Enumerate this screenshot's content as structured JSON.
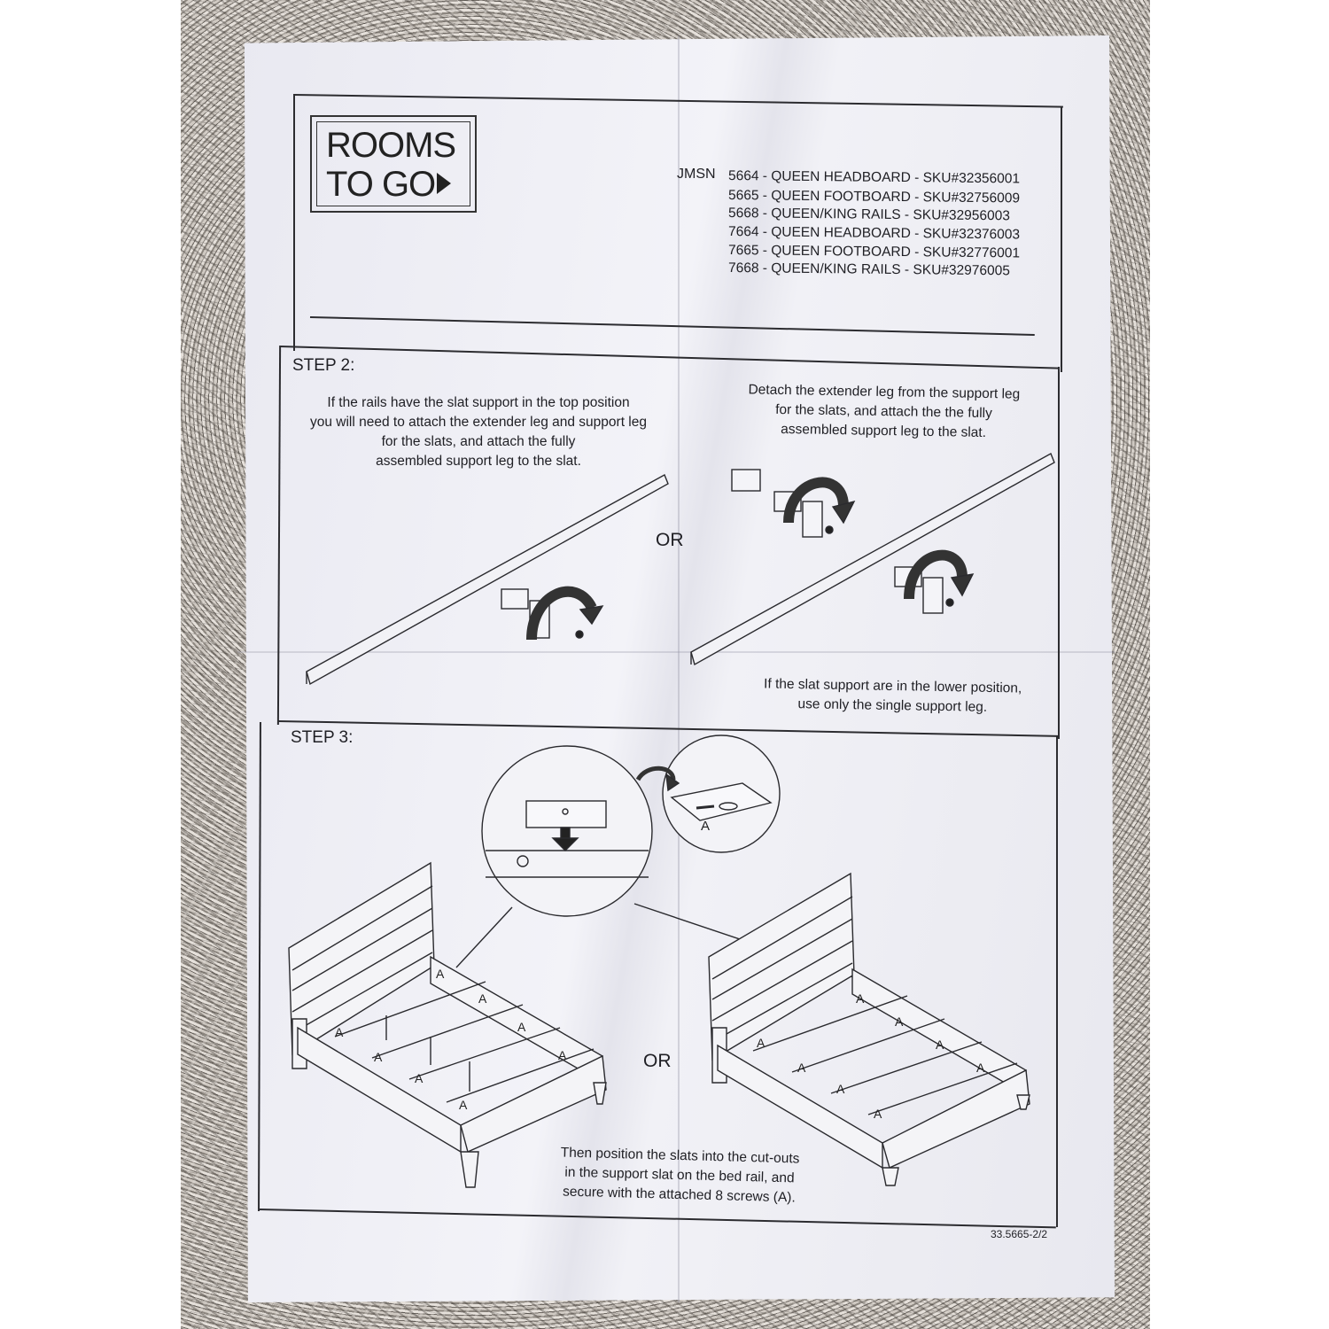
{
  "header": {
    "logo_line1": "ROOMS",
    "logo_line2": "TO GO",
    "prefix": "JMSN",
    "items": [
      "5664 - QUEEN HEADBOARD - SKU#32356001",
      "5665 - QUEEN FOOTBOARD - SKU#32756009",
      "5668 - QUEEN/KING RAILS - SKU#32956003",
      "7664 - QUEEN HEADBOARD - SKU#32376003",
      "7665 - QUEEN FOOTBOARD - SKU#32776001",
      "7668 - QUEEN/KING RAILS - SKU#32976005"
    ]
  },
  "step2": {
    "title": "STEP 2:",
    "left_text": [
      "If the rails have the slat support in the top position",
      "you will need to attach the extender leg and support leg",
      "for the slats, and attach the fully",
      "assembled support leg to the slat."
    ],
    "or_label": "OR",
    "right_text": [
      "Detach the extender leg from the support leg",
      "for the slats, and attach the the fully",
      "assembled support leg to the slat."
    ],
    "bottom_text": [
      "If the slat support are in the lower position,",
      "use only the single support leg."
    ]
  },
  "step3": {
    "title": "STEP 3:",
    "or_label": "OR",
    "detail_label": "A",
    "caption": [
      "Then position the slats into the cut-outs",
      "in the support slat on the bed rail, and",
      "secure with the attached 8 screws (A)."
    ],
    "bed_label": "A"
  },
  "footer": {
    "doc_code": "33.5665-2/2"
  }
}
